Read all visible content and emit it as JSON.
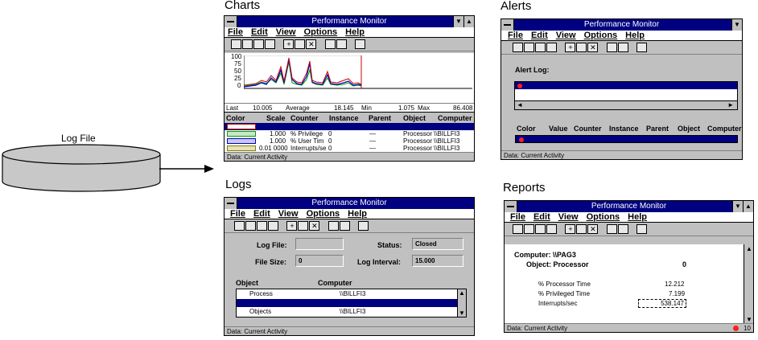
{
  "log_file": {
    "label": "Log File"
  },
  "labels": {
    "charts": "Charts",
    "alerts": "Alerts",
    "logs": "Logs",
    "reports": "Reports"
  },
  "window_title": "Performance Monitor",
  "menu": [
    "File",
    "Edit",
    "View",
    "Options",
    "Help"
  ],
  "chart_window": {
    "y_ticks": [
      "100",
      "75",
      "50",
      "25",
      "0"
    ],
    "stats": {
      "last_label": "Last",
      "last": "10.005",
      "avg_label": "Average",
      "avg": "18.145",
      "min_label": "Min",
      "min": "1.075",
      "max_label": "Max",
      "max": "86.408"
    },
    "legend_headers": [
      "Color",
      "Scale",
      "Counter",
      "Instance",
      "Parent",
      "Object",
      "Computer"
    ],
    "legend_rows": [
      {
        "scale": "",
        "counter": "",
        "instance": "",
        "parent": "",
        "object": "",
        "computer": "",
        "selected": true
      },
      {
        "scale": "1.000",
        "counter": "% Privilege",
        "instance": "0",
        "parent": "—",
        "object": "Processor",
        "computer": "\\\\BILLFI3"
      },
      {
        "scale": "1.000",
        "counter": "% User Tim",
        "instance": "0",
        "parent": "—",
        "object": "Processor",
        "computer": "\\\\BILLFI3"
      },
      {
        "scale": "0.01 0000",
        "counter": "Interrupts/se",
        "instance": "0",
        "parent": "—",
        "object": "Processor",
        "computer": "\\\\BILLFI3"
      }
    ],
    "status": "Data: Current Activity"
  },
  "alert_window": {
    "alert_log_label": "Alert Log:",
    "legend_headers": [
      "Color",
      "Value",
      "Counter",
      "Instance",
      "Parent",
      "Object",
      "Computer"
    ],
    "status": "Data: Current Activity"
  },
  "log_window": {
    "log_file_label": "Log File:",
    "status_label": "Status:",
    "status_value": "Closed",
    "file_size_label": "File Size:",
    "file_size_value": "0",
    "log_interval_label": "Log Interval:",
    "log_interval_value": "15.000",
    "col_object": "Object",
    "col_computer": "Computer",
    "rows": [
      {
        "object": "Process",
        "computer": "\\\\BILLFI3",
        "selected": false
      },
      {
        "object": "",
        "computer": "",
        "selected": true
      },
      {
        "object": "Objects",
        "computer": "\\\\BILLFI3",
        "selected": false
      }
    ],
    "status": "Data: Current Activity"
  },
  "report_window": {
    "computer": "Computer: \\\\PAG3",
    "object": "Object: Processor",
    "object_value": "0",
    "rows": [
      {
        "label": "% Processor Time",
        "value": "12.212"
      },
      {
        "label": "% Privileged Time",
        "value": "7.199"
      },
      {
        "label": "Interrupts/sec",
        "value": "538.147"
      }
    ],
    "status": "Data: Current Activity",
    "alert_count": "10"
  },
  "colors": {
    "title_bar": "#000080",
    "chrome": "#c0c0c0",
    "series_red": "#cc0000",
    "series_blue": "#0000cc",
    "series_green": "#00a000"
  }
}
